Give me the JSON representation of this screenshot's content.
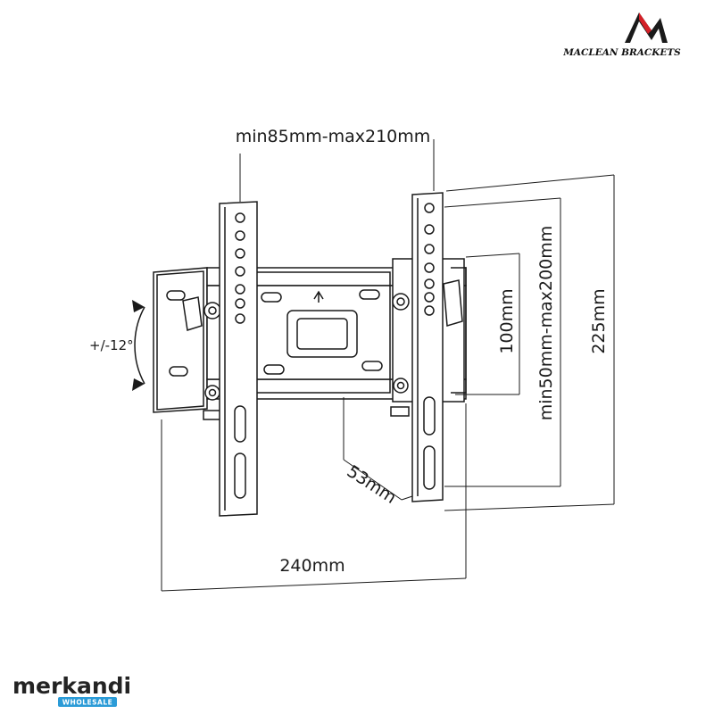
{
  "brand": {
    "name": "MACLEAN BRACKETS",
    "accent_color": "#d42027"
  },
  "dimensions": {
    "arm_spacing": "min85mm-max210mm",
    "total_height": "225mm",
    "vertical_hole_spacing": "min50mm-max200mm",
    "min_hole_spacing": "100mm",
    "total_width": "240mm",
    "wall_distance": "53mm",
    "tilt_angle": "+/-12°"
  },
  "watermark": {
    "name": "merkandi",
    "badge": "WHOLESALE",
    "badge_color": "#2b9bd7"
  }
}
